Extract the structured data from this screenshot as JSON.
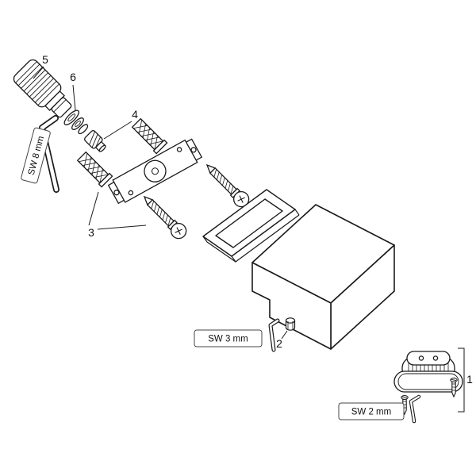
{
  "diagram": {
    "background_color": "#ffffff",
    "line_color": "#1a1a1a",
    "callouts": {
      "part1": "1",
      "part2": "2",
      "part3": "3",
      "part4": "4",
      "part5": "5",
      "part6": "6"
    },
    "wrench_labels": {
      "sw8": "SW 8 mm",
      "sw3": "SW 3 mm",
      "sw2": "SW 2 mm"
    }
  }
}
